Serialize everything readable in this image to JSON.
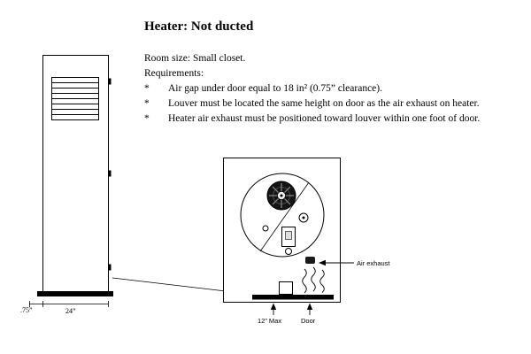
{
  "ink_color": "#000000",
  "background_color": "#ffffff",
  "title": "Heater: Not ducted",
  "intro": {
    "room_size": "Room size: Small closet.",
    "requirements_label": "Requirements:",
    "bullets": [
      {
        "marker": "*",
        "text": "Air gap under door equal to 18 in² (0.75” clearance)."
      },
      {
        "marker": "*",
        "text": "Louver must be located the same height on door as the air exhaust on heater."
      },
      {
        "marker": "*",
        "text": "Heater air exhaust must be positioned toward louver within one foot of door."
      }
    ]
  },
  "front_view": {
    "base_thickness_label": ".75”",
    "width_label": "24”"
  },
  "detail_view": {
    "air_exhaust_label": "Air exhaust",
    "max_distance_label": "12” Max",
    "door_label": "Door"
  }
}
